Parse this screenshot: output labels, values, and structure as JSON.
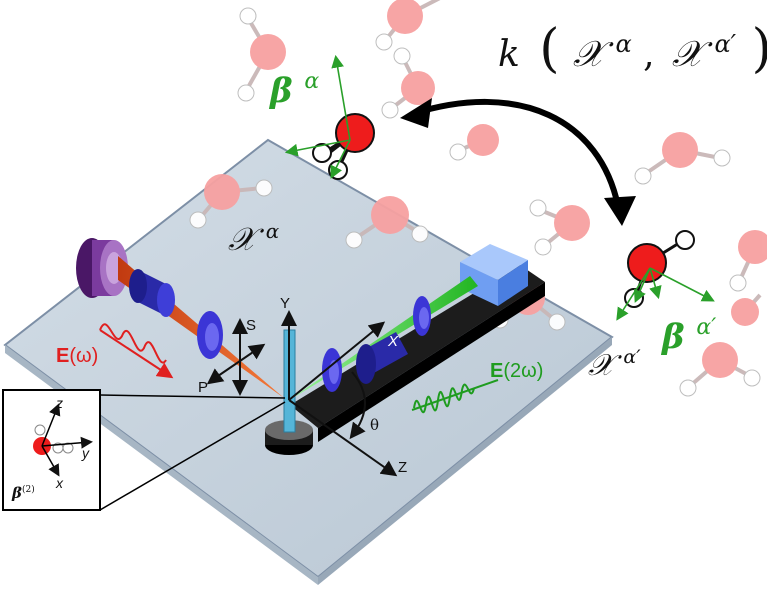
{
  "kernel_label": {
    "k": "k",
    "open_paren": "(",
    "chi": "𝒳",
    "alpha": "α",
    "comma": ",",
    "alpha_prime": "α′",
    "close_paren": ")"
  },
  "descriptor_labels": {
    "chi_alpha_symbol": "𝒳",
    "chi_alpha_sup": "α",
    "chi_alpha_prime_symbol": "𝒳",
    "chi_alpha_prime_sup": "α′"
  },
  "beta_labels": {
    "beta_alpha_symbol": "β",
    "beta_alpha_sup": "α",
    "beta_alpha_prime_symbol": "β",
    "beta_alpha_prime_sup": "α′"
  },
  "field_labels": {
    "e_omega_bold": "E",
    "e_omega_arg": "(ω)",
    "e_2omega_bold": "E",
    "e_2omega_arg": "(2ω)"
  },
  "axis_labels": {
    "S": "S",
    "P": "P",
    "Y": "Y",
    "X": "X",
    "Z": "Z",
    "theta": "θ"
  },
  "inset": {
    "z": "z",
    "y": "y",
    "x": "x",
    "beta_symbol": "β",
    "beta_sup": "(2)"
  },
  "colors": {
    "plate": "#c7d3de",
    "plate_edge": "#7d8fa6",
    "oxygen": "#ee1c1c",
    "oxygen_faded": "#f7a1a1",
    "hydrogen": "#ffffff",
    "bond_faded": "#c9b7b7",
    "rail": "#1c1c1c",
    "lens": "#3b35d6",
    "beam_red": "#e8521c",
    "beam_green": "#3ad63a",
    "field_red": "#e02020",
    "field_green": "#1f9c1f",
    "beta_green": "#2aa02a",
    "laser": "#6a2a8c",
    "detector": "#6f9ef2",
    "post": "#55b5d8"
  }
}
